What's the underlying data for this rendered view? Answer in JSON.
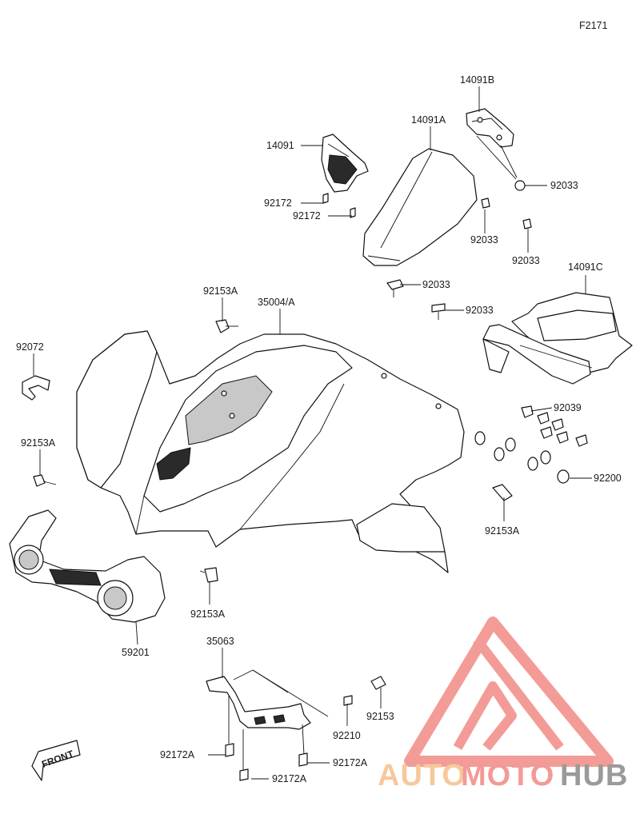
{
  "diagram": {
    "code": "F2171",
    "parts": [
      {
        "id": "p14091B",
        "label": "14091B"
      },
      {
        "id": "p14091A",
        "label": "14091A"
      },
      {
        "id": "p14091",
        "label": "14091"
      },
      {
        "id": "p92033a",
        "label": "92033"
      },
      {
        "id": "p92172a",
        "label": "92172"
      },
      {
        "id": "p92172b",
        "label": "92172"
      },
      {
        "id": "p92033b",
        "label": "92033"
      },
      {
        "id": "p92033c",
        "label": "92033"
      },
      {
        "id": "p92033d",
        "label": "92033"
      },
      {
        "id": "p92033e",
        "label": "92033"
      },
      {
        "id": "p14091C",
        "label": "14091C"
      },
      {
        "id": "p92153Aa",
        "label": "92153A"
      },
      {
        "id": "p35004",
        "label": "35004/A"
      },
      {
        "id": "p92072",
        "label": "92072"
      },
      {
        "id": "p92153Ab",
        "label": "92153A"
      },
      {
        "id": "p92039",
        "label": "92039"
      },
      {
        "id": "p92200",
        "label": "92200"
      },
      {
        "id": "p92153Ac",
        "label": "92153A"
      },
      {
        "id": "p92153Ad",
        "label": "92153A"
      },
      {
        "id": "p59201",
        "label": "59201"
      },
      {
        "id": "p35063",
        "label": "35063"
      },
      {
        "id": "p92153",
        "label": "92153"
      },
      {
        "id": "p92210",
        "label": "92210"
      },
      {
        "id": "p92172Aa",
        "label": "92172A"
      },
      {
        "id": "p92172Ab",
        "label": "92172A"
      },
      {
        "id": "p92172Ac",
        "label": "92172A"
      }
    ],
    "front_label": "FRONT"
  },
  "watermark": {
    "auto": "AUTO",
    "moto": "MOTO",
    "hub": "HUB",
    "colors": {
      "triangle": "#f28b86",
      "auto": "#f7c89c",
      "moto": "#f39a96",
      "hub": "#9a9a9a"
    }
  }
}
